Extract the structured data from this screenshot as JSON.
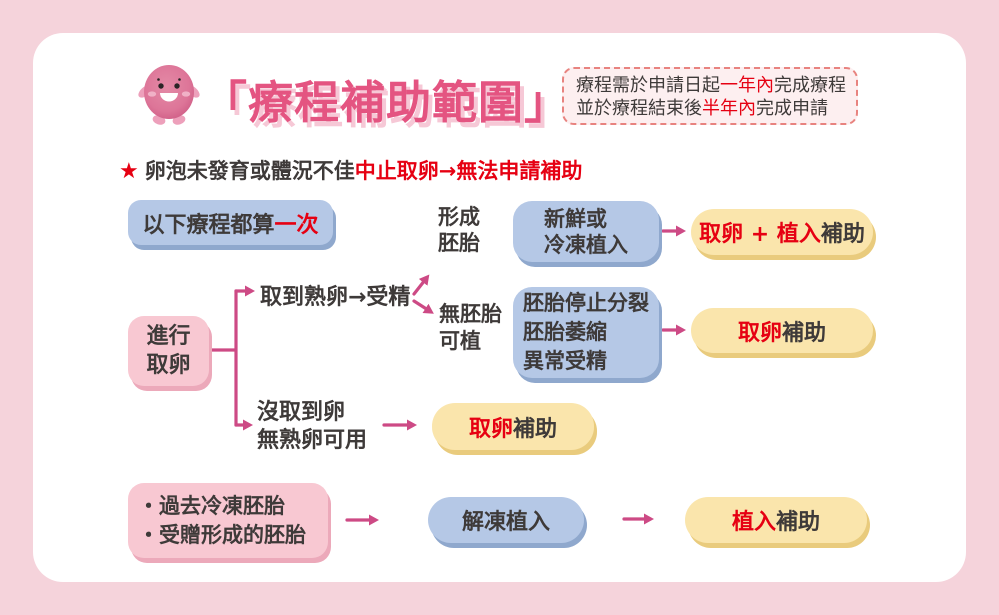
{
  "header": {
    "mascot_icon": "egg-mascot",
    "title": "「療程補助範圍」",
    "notice": {
      "l1a": "療程需於申請日起",
      "l1b": "一年內",
      "l1c": "完成療程",
      "l2a": "並於療程結束後",
      "l2b": "半年內",
      "l2c": "完成申請"
    }
  },
  "warning": {
    "star": "★",
    "text_black": "卵泡未發育或體況不佳",
    "text_red": "中止取卵→無法申請補助"
  },
  "flow": {
    "rule_box": {
      "text_black": "以下療程都算",
      "text_red": "一次"
    },
    "start_box": {
      "lines": [
        "進行",
        "取卵"
      ]
    },
    "branch_mature": "取到熟卵→受精",
    "label_embryo": {
      "lines": [
        "形成",
        "胚胎"
      ]
    },
    "box_fresh_frozen": {
      "lines": [
        "新鮮或",
        "冷凍植入"
      ]
    },
    "result_both": {
      "red": "取卵 + 植入",
      "black": "補助"
    },
    "label_no_embryo": {
      "lines": [
        "無胚胎",
        "可植"
      ]
    },
    "box_embryo_fail": {
      "lines": [
        "胚胎停止分裂",
        "胚胎萎縮",
        "異常受精"
      ]
    },
    "result_retrieval_right": {
      "red": "取卵",
      "black": "補助"
    },
    "branch_no_egg": {
      "lines": [
        "沒取到卵",
        "無熟卵可用"
      ]
    },
    "result_retrieval_mid": {
      "red": "取卵",
      "black": "補助"
    },
    "bottom_source_box": {
      "lines": [
        "・過去冷凍胚胎",
        "・受贈形成的胚胎"
      ]
    },
    "box_thaw": "解凍植入",
    "result_transfer": {
      "red": "植入",
      "black": "補助"
    }
  },
  "colors": {
    "background": "#f5d3db",
    "card": "#ffffff",
    "title_pink": "#e45481",
    "title_shadow": "#f6c8d6",
    "text_dark": "#3e3a39",
    "red": "#e60012",
    "blue_fill": "#b5c8e6",
    "blue_shadow": "#8fa8cd",
    "pink_fill": "#f8c8d2",
    "pink_shadow": "#eca9ba",
    "yellow_fill": "#fae5ac",
    "yellow_shadow": "#e9cb7d",
    "arrow": "#cd4a85",
    "notice_border": "#e8837f",
    "notice_fill": "#fdeff0"
  }
}
